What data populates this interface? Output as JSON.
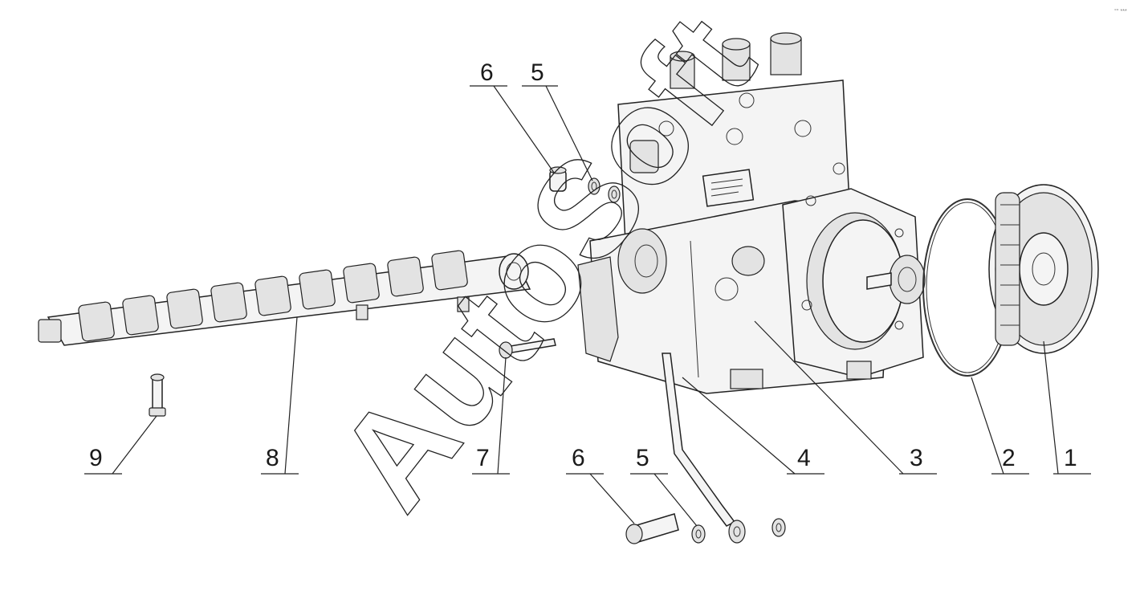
{
  "watermark": {
    "text": "AutoSoft"
  },
  "corner_mark": "°° ***",
  "callouts": [
    {
      "id": "1",
      "label": "1"
    },
    {
      "id": "2",
      "label": "2"
    },
    {
      "id": "3",
      "label": "3"
    },
    {
      "id": "4",
      "label": "4"
    },
    {
      "id": "5",
      "label": "5"
    },
    {
      "id": "6",
      "label": "6"
    },
    {
      "id": "7",
      "label": "7"
    },
    {
      "id": "8",
      "label": "8"
    },
    {
      "id": "9",
      "label": "9"
    },
    {
      "id": "5b",
      "label": "5"
    },
    {
      "id": "6b",
      "label": "6"
    }
  ]
}
